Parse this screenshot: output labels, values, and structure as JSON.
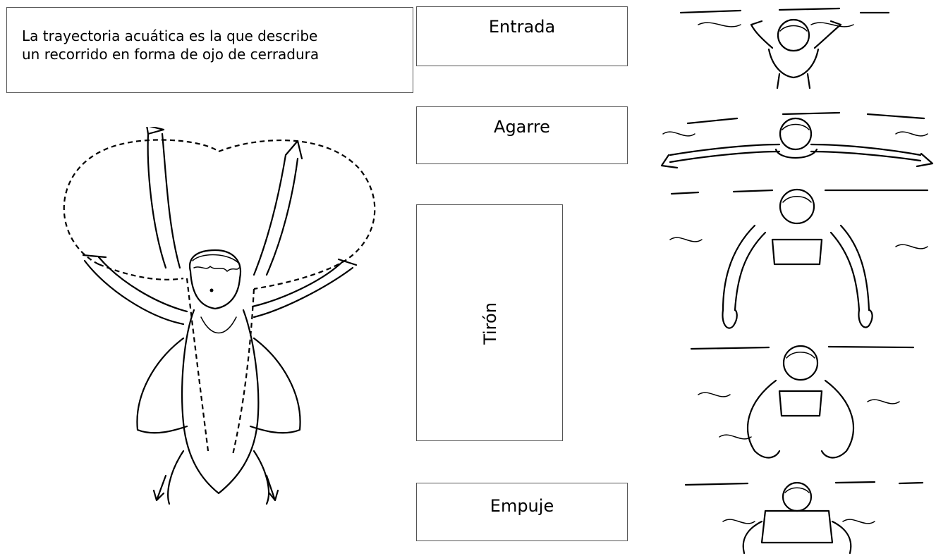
{
  "description": "La trayectoria acuática es la que describe\nun recorrido en forma de ojo de cerradura",
  "phases": {
    "entrada": "Entrada",
    "agarre": "Agarre",
    "tiron": "Tirón",
    "empuje": "Empuje"
  }
}
